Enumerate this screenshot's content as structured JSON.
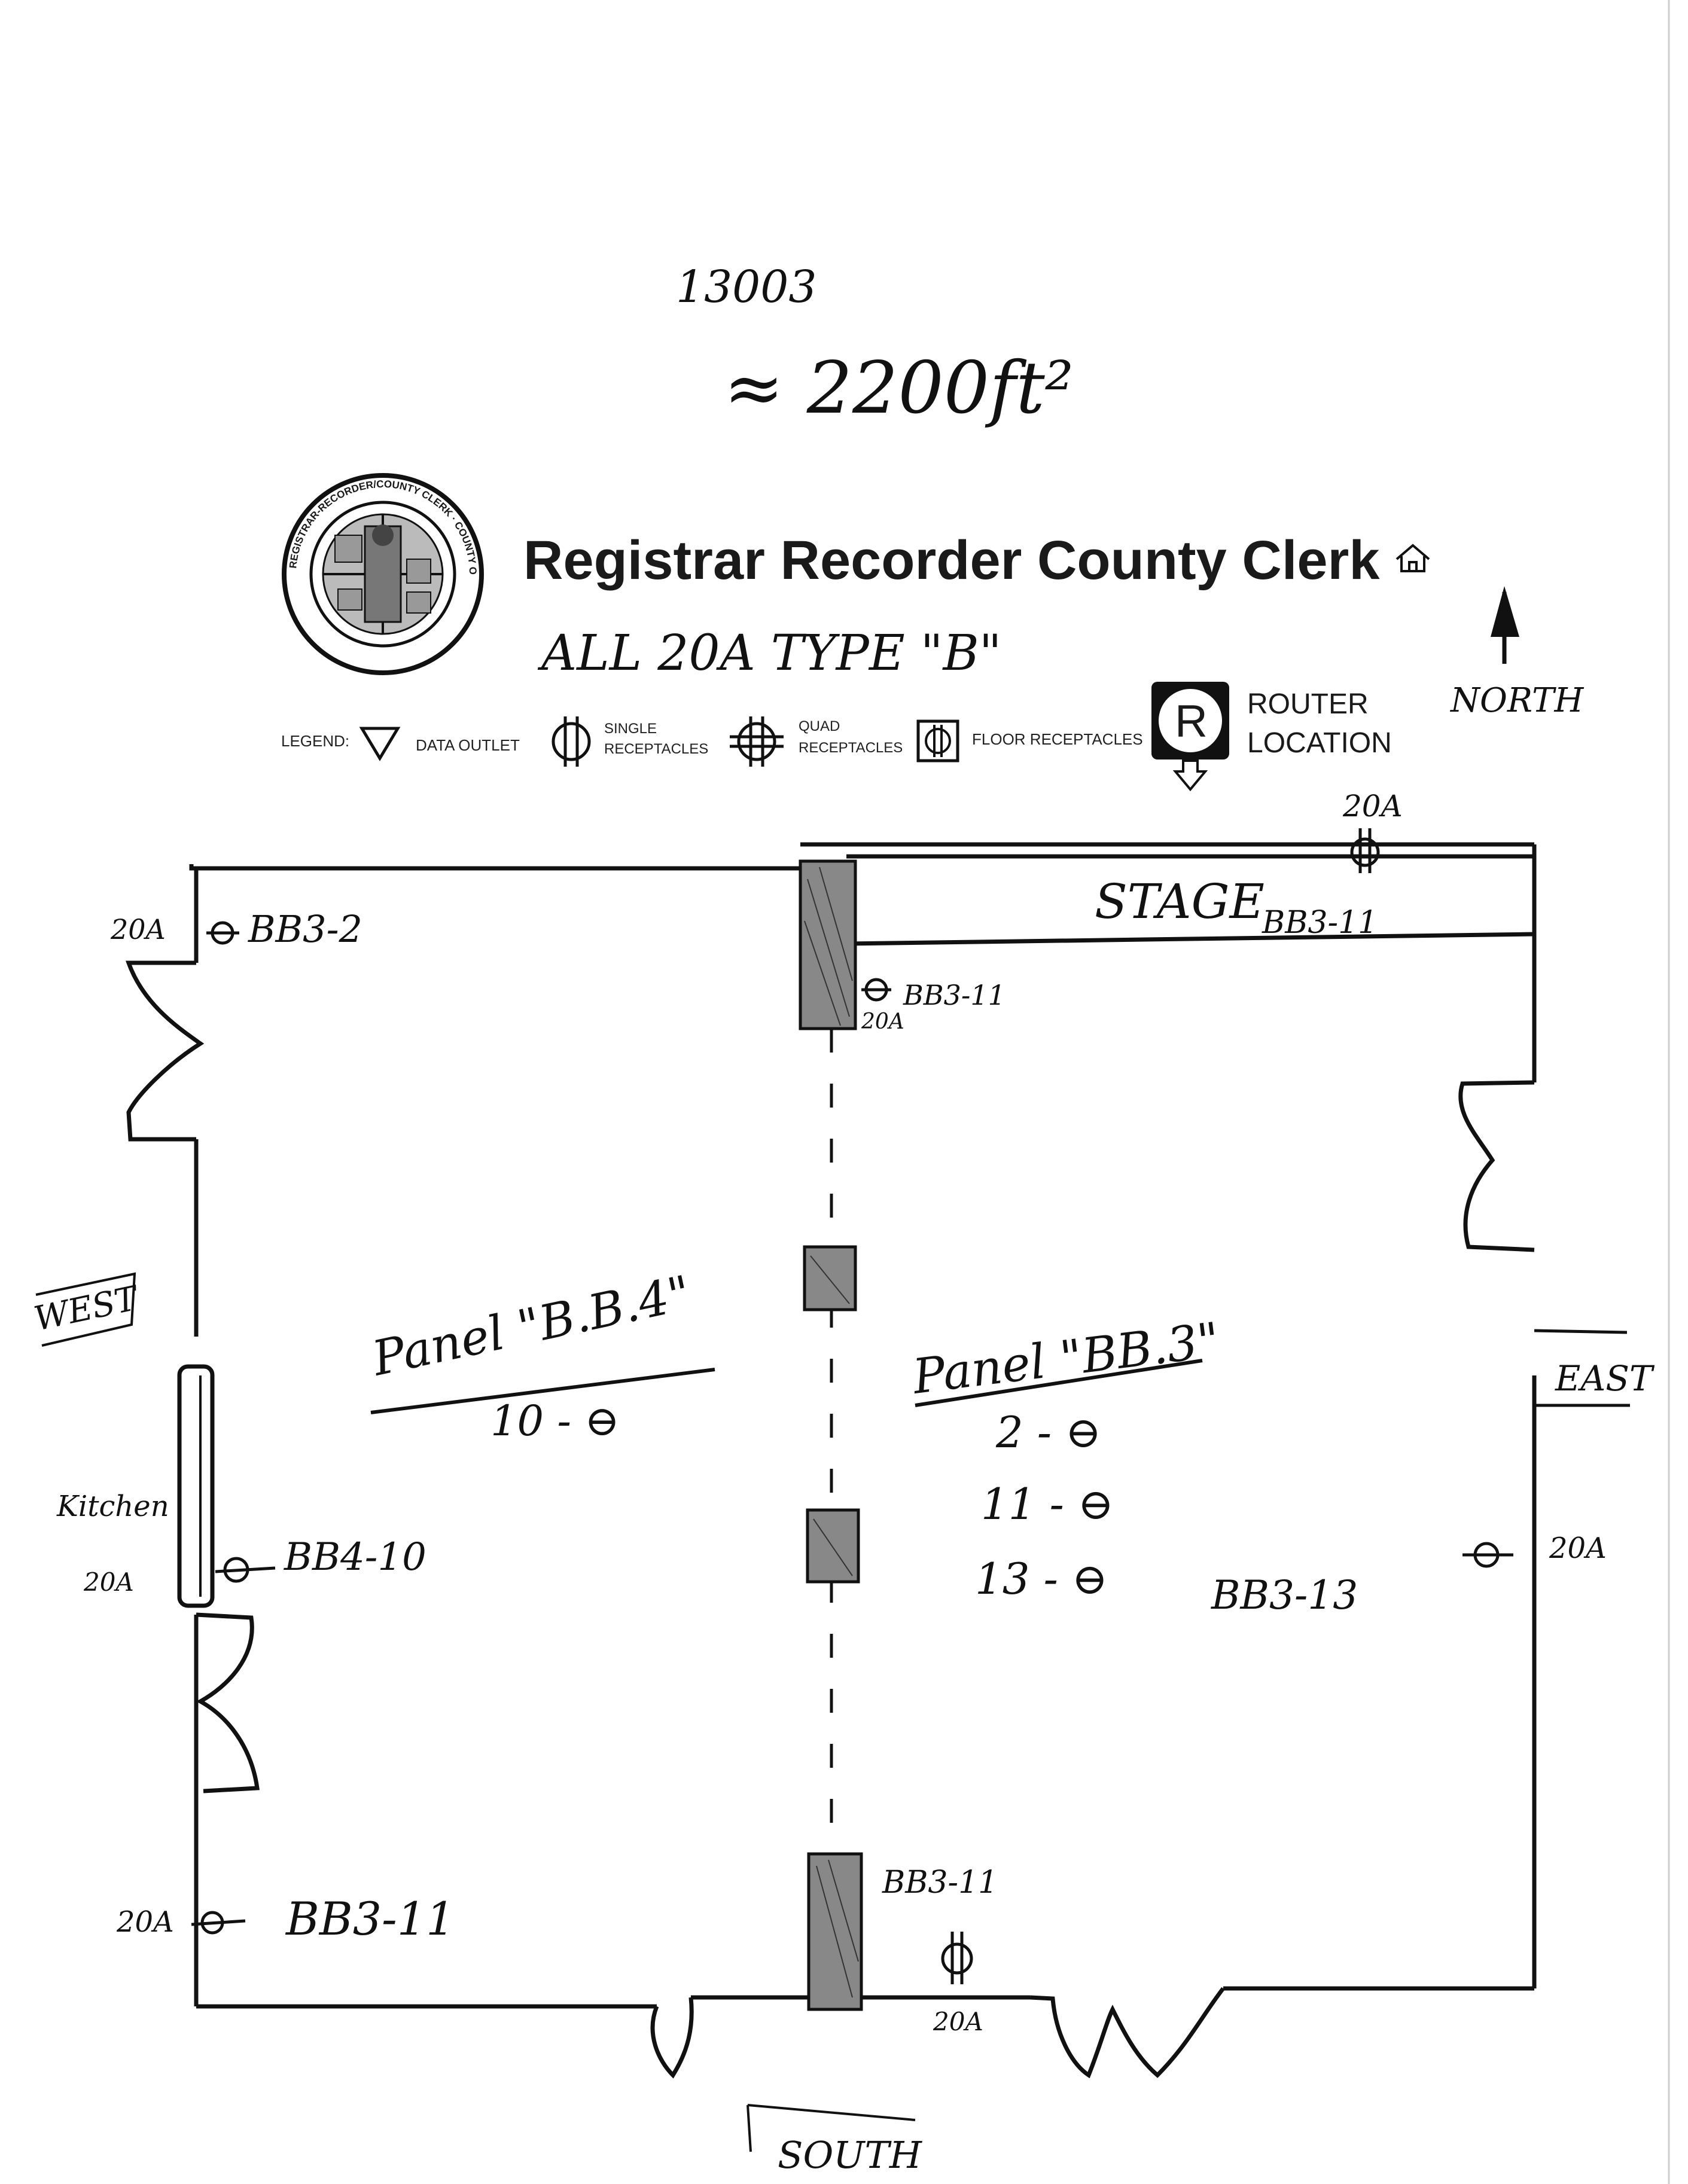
{
  "notes": {
    "job_number": "13003",
    "area": "≈ 2200ft²",
    "type_note": "ALL 20A TYPE \"B\"",
    "north": "NORTH"
  },
  "header": {
    "seal_text": "REGISTRAR-RECORDER/COUNTY CLERK · COUNTY OF LOS ANGELES · CALIFORNIA",
    "title": "Registrar Recorder County Clerk"
  },
  "legend": {
    "label": "LEGEND:",
    "data_outlet": "DATA OUTLET",
    "single_line1": "SINGLE",
    "single_line2": "RECEPTACLES",
    "quad_line1": "QUAD",
    "quad_line2": "RECEPTACLES",
    "floor": "FLOOR RECEPTACLES",
    "router_symbol": "R",
    "router_line1": "ROUTER",
    "router_line2": "LOCATION"
  },
  "plan": {
    "stage_label": "STAGE",
    "stage_circuit": "BB3-11",
    "stage_amp": "20A",
    "nw_amp": "20A",
    "nw_circuit": "BB3-2",
    "column_circuit": "BB3-11",
    "column_amp": "20A",
    "west_label": "WEST",
    "east_label": "EAST",
    "south_label": "SOUTH",
    "kitchen_label": "Kitchen",
    "kitchen_amp": "20A",
    "kitchen_circuit": "BB4-10",
    "panel_left_title": "Panel \"B.B.4\"",
    "panel_left_row": "10 - ⊖",
    "panel_right_title": "Panel \"BB.3\"",
    "panel_right_rows": [
      "2 - ⊖",
      "11 - ⊖",
      "13 - ⊖"
    ],
    "east_circuit": "BB3-13",
    "east_amp": "20A",
    "sw_amp": "20A",
    "sw_circuit": "BB3-11",
    "south_circuit": "BB3-11",
    "south_amp": "20A"
  }
}
